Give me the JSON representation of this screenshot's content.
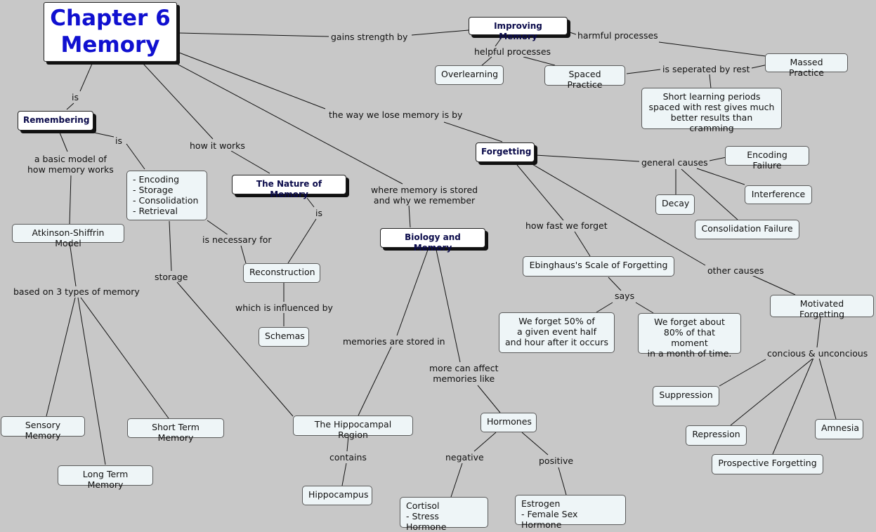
{
  "title": "Chapter 6\nMemory",
  "nodes": {
    "improving_memory": "Improving Memory",
    "overlearning": "Overlearning",
    "spaced_practice": "Spaced Practice",
    "massed_practice": "Massed Practice",
    "short_learning": "Short learning periods\nspaced with rest gives much\nbetter results than cramming",
    "remembering": "Remembering",
    "stages": "- Encoding\n- Storage\n- Consolidation\n- Retrieval",
    "atkinson": "Atkinson-Shiffrin Model",
    "sensory": "Sensory Memory",
    "short_term": "Short Term Memory",
    "long_term": "Long Term Memory",
    "nature": "The Nature of Memory",
    "reconstruction": "Reconstruction",
    "schemas": "Schemas",
    "biology": "Biology and Memory",
    "hippocampal": "The Hippocampal Region",
    "hippocampus": "Hippocampus",
    "hormones": "Hormones",
    "cortisol": "Cortisol\n- Stress Hormone",
    "estrogen": "Estrogen\n- Female Sex Hormone",
    "forgetting": "Forgetting",
    "encoding_failure": "Encoding Failure",
    "interference": "Interference",
    "decay": "Decay",
    "consolidation_failure": "Consolidation Failure",
    "ebbinghaus": "Ebinghaus's Scale of Forgetting",
    "forget50": "We forget 50% of\na given event half\nand hour after it occurs",
    "forget80": "We forget about\n80% of that moment\nin a month of time.",
    "motivated": "Motivated Forgetting",
    "suppression": "Suppression",
    "repression": "Repression",
    "amnesia": "Amnesia",
    "prospective": "Prospective Forgetting"
  },
  "labels": {
    "gains_strength": "gains strength by",
    "helpful": "helpful processes",
    "harmful": "harmful processes",
    "separated": "is seperated by rest",
    "is1": "is",
    "is2": "is",
    "basic_model": "a basic model of\nhow memory works",
    "based_on": "based on 3 types of memory",
    "storage": "storage",
    "how_it_works": "how it works",
    "is3": "is",
    "necessary": "is necessary for",
    "influenced": "which is influenced by",
    "lose_memory": "the way we lose memory is by",
    "where_stored": "where memory is stored\nand why we remember",
    "stored_in": "memories are stored in",
    "contains": "contains",
    "affect": "more can affect\nmemories like",
    "negative": "negative",
    "positive": "positive",
    "general": "general causes",
    "how_fast": "how fast we forget",
    "says": "says",
    "other": "other causes",
    "concious": "concious & unconcious"
  }
}
